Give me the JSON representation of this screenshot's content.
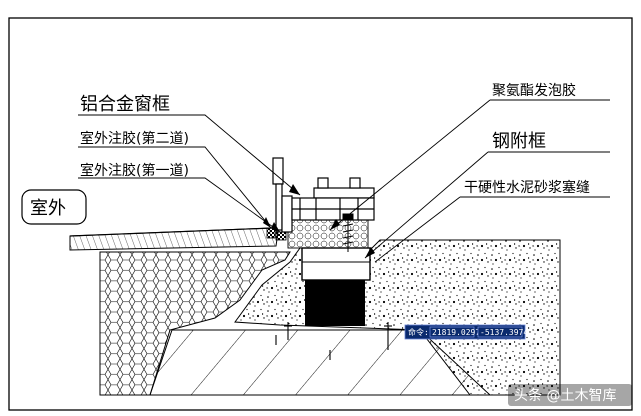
{
  "labels": {
    "aluminum_frame": "铝合金窗框",
    "outer_sealant_2": "室外注胶(第二道)",
    "outer_sealant_1": "室外注胶(第一道)",
    "outdoor": "室外",
    "pu_foam": "聚氨酯发泡胶",
    "steel_subframe": "钢附框",
    "mortar": "干硬性水泥砂浆塞缝"
  },
  "cad_command": {
    "prompt": "命令:",
    "x": "21819.0297",
    "y": "-5137.3974"
  },
  "watermark": "头条 @土木智库",
  "colors": {
    "line": "#000000",
    "command_bg": "#0a2a6e",
    "command_border": "#6a86d8",
    "foam": "#f0f0f0"
  }
}
